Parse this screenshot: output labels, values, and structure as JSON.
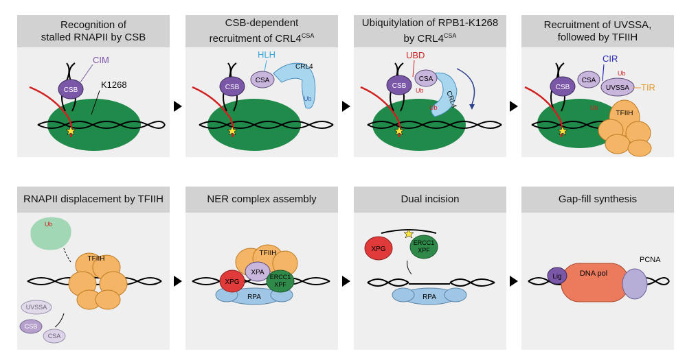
{
  "panels": [
    {
      "title_line1": "Recognition of",
      "title_line2": "stalled RNAPII by CSB",
      "labels": {
        "csb": "CSB",
        "cim": "CIM",
        "k1268": "K1268"
      }
    },
    {
      "title_line1": "CSB-dependent",
      "title_line2": "recruitment of CRL4",
      "title_sup": "CSA",
      "labels": {
        "csb": "CSB",
        "csa": "CSA",
        "hlh": "HLH",
        "crl4": "CRL4",
        "ub": "Ub"
      }
    },
    {
      "title_line1": "Ubiquitylation of RPB1-K1268",
      "title_line2": "by CRL4",
      "title_sup": "CSA",
      "labels": {
        "csb": "CSB",
        "csa": "CSA",
        "ubd": "UBD",
        "crl4": "CRL4",
        "ub1": "Ub",
        "ub2": "Ub"
      }
    },
    {
      "title_line1": "Recruitment of UVSSA,",
      "title_line2": "followed by TFIIH",
      "labels": {
        "csb": "CSB",
        "csa": "CSA",
        "uvssa": "UVSSA",
        "cir": "CIR",
        "tir": "TIR",
        "tfiih": "TFIIH",
        "ub1": "Ub",
        "ub2": "Ub"
      }
    },
    {
      "title_line1": "RNAPII displacement by TFIIH",
      "labels": {
        "ub": "Ub",
        "tfiih": "TFIIH",
        "uvssa": "UVSSA",
        "csb": "CSB",
        "csa": "CSA"
      }
    },
    {
      "title_line1": "NER complex assembly",
      "labels": {
        "tfiih": "TFIIH",
        "xpg": "XPG",
        "xpa": "XPA",
        "ercc1": "ERCC1",
        "xpf": "XPF",
        "rpa": "RPA"
      }
    },
    {
      "title_line1": "Dual incision",
      "labels": {
        "xpg": "XPG",
        "ercc1": "ERCC1",
        "xpf": "XPF",
        "rpa": "RPA"
      }
    },
    {
      "title_line1": "Gap-fill synthesis",
      "labels": {
        "lig": "Lig",
        "dnapol": "DNA pol",
        "pcna": "PCNA"
      }
    }
  ],
  "colors": {
    "rnapii": "#1f8a4a",
    "csb": "#7b57a8",
    "csa": "#c9b6dc",
    "crl4": "#a9d6ef",
    "tfiih": "#f4b566",
    "xpg": "#e03a3a",
    "xpf": "#2f8a4a",
    "rpa": "#9fc6e4",
    "dnapol": "#ec7a5c",
    "pcna": "#b7aed8",
    "ub": "#d21f1f",
    "cir": "#2a2ab8"
  }
}
